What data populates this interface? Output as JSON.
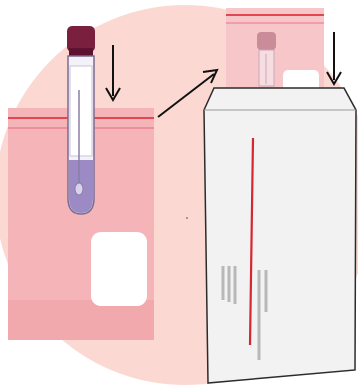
{
  "colors": {
    "background_circle": "#fbd9d2",
    "bag_fill": "#f4b4b8",
    "bag_fill_light": "#f7c6c9",
    "seal_line_red": "#e0474e",
    "seal_line_pink": "#ee8da0",
    "label_patch": "#ffffff",
    "tube_cap": "#7a1f3d",
    "tube_liquid": "#9c8ac4",
    "envelope_fill": "#f2f2f2",
    "envelope_stroke": "#2b2b2b",
    "envelope_stripe": "#d6262f",
    "barcode_gray": "#b8b8b8",
    "arrow": "#111111"
  },
  "steps": [
    {
      "name": "place-tube-in-bag",
      "icon": "arrow-down-icon"
    },
    {
      "name": "move-bag-to-envelope",
      "icon": "arrow-diagonal-icon"
    },
    {
      "name": "insert-bag-into-envelope",
      "icon": "arrow-down-icon"
    }
  ]
}
